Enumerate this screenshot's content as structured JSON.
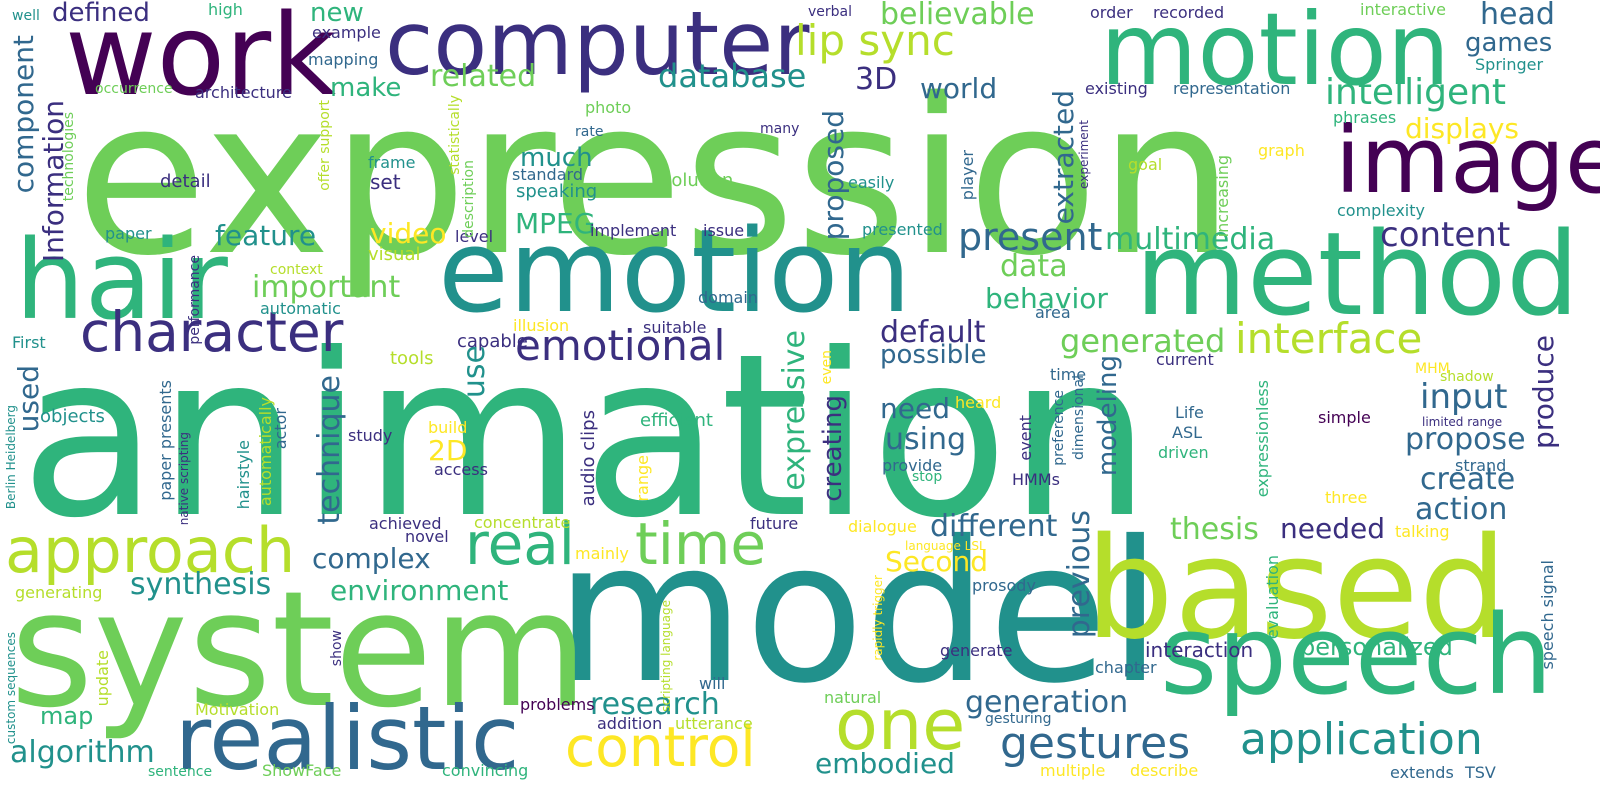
{
  "palette": {
    "purple": "#440154",
    "indigo": "#3b2f7f",
    "slate": "#31688e",
    "teal": "#21918c",
    "green": "#2fb47c",
    "lime": "#6ece58",
    "yellowgreen": "#b5de2b",
    "yellow": "#fde725"
  },
  "words": [
    "expression",
    "animation",
    "model",
    "system",
    "based",
    "emotion",
    "motion",
    "speech",
    "computer",
    "work",
    "hair",
    "method",
    "image",
    "realistic",
    "approach",
    "real",
    "time",
    "one",
    "control",
    "character",
    "application",
    "gestures",
    "lip sync",
    "interface",
    "emotional",
    "intelligent",
    "database",
    "present",
    "content",
    "input",
    "technique",
    "multimedia",
    "feature",
    "important",
    "behavior",
    "data",
    "generated",
    "default",
    "possible",
    "different",
    "environment",
    "synthesis",
    "complex",
    "research",
    "generation",
    "related",
    "believable",
    "displays",
    "games",
    "head",
    "3D",
    "world",
    "MPEG",
    "video",
    "proposed",
    "extracted",
    "using",
    "need",
    "create",
    "action",
    "propose",
    "produce",
    "thesis",
    "needed",
    "Second",
    "expressive",
    "creating",
    "modeling",
    "previous",
    "personalized",
    "interaction",
    "embodied",
    "algorithm",
    "map",
    "use",
    "used",
    "component",
    "Information",
    "defined",
    "new",
    "make",
    "much",
    "2D",
    "solution",
    "set",
    "speaking",
    "standard",
    "frame",
    "detail",
    "level",
    "paper",
    "visual",
    "automatic",
    "First",
    "objects",
    "tools",
    "capable",
    "efficient",
    "build",
    "study",
    "access",
    "achieved",
    "novel",
    "concentrate",
    "mainly",
    "audio clips",
    "future",
    "dialogue",
    "talking",
    "three",
    "driven",
    "ASL",
    "Life",
    "event",
    "HMMs",
    "stop",
    "provide",
    "heard",
    "shadow",
    "MHM",
    "strand",
    "simple",
    "limited range",
    "current",
    "expressionless",
    "evaluation",
    "speech signal",
    "extends",
    "TSV",
    "describe",
    "multiple",
    "convincing",
    "ShowFace",
    "sentence",
    "Motivation",
    "update",
    "problems",
    "addition",
    "utterance",
    "natural",
    "gesturing",
    "generate",
    "will",
    "prosody",
    "chapter",
    "show",
    "generating",
    "custom sequences",
    "Berlin Heidelberg",
    "paper presents",
    "native scripting",
    "hairstyle",
    "automatically",
    "actor",
    "range",
    "scripting language",
    "rapidly trigger",
    "language LSL",
    "illusion",
    "suitable",
    "domain",
    "issue",
    "implement",
    "presented",
    "easily",
    "player",
    "goal",
    "graph",
    "increasing",
    "complexity",
    "phrases",
    "Springer",
    "representation",
    "existing",
    "recorded",
    "order",
    "interactive",
    "verbal",
    "mapping",
    "example",
    "well",
    "high",
    "occurrence",
    "architecture",
    "photo",
    "rate",
    "many",
    "description",
    "statistically",
    "offer support",
    "technologies",
    "context",
    "performance",
    "dimensional",
    "preference",
    "time",
    "area",
    "even",
    "experiment"
  ]
}
